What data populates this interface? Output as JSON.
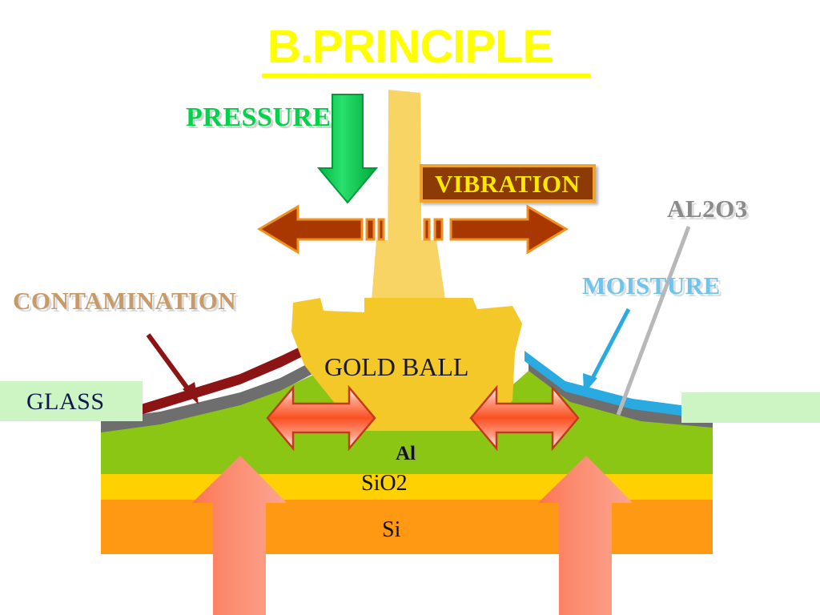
{
  "slide": {
    "title": "B.PRINCIPLE",
    "background_color": "#ffffff"
  },
  "labels": {
    "pressure": "PRESSURE",
    "vibration": "VIBRATION",
    "al2o3": "AL2O3",
    "moisture": "MOISTURE",
    "contamination": "CONTAMINATION",
    "glass": "GLASS",
    "gold_ball": "GOLD BALL",
    "al": "Al",
    "sio2": "SiO2",
    "si": "Si"
  },
  "colors": {
    "title": "#ffff00",
    "pressure": "#00d24a",
    "vibration_text": "#ffe800",
    "vibration_box": "#8c3a06",
    "vibration_border": "#f0a22a",
    "al2o3": "#8a8a8a",
    "moisture": "#6ec4ea",
    "contamination": "#c79a6a",
    "glass_text": "#11184f",
    "glass_band": "#ccf5c3",
    "gold_ball": "#f5c829",
    "gold_wire": "#f7d564",
    "al_layer": "#8cc614",
    "sio2_layer": "#ffd100",
    "si_layer": "#ff9913",
    "al2o3_layer": "#808080",
    "contamination_layer": "#8c1414",
    "moisture_layer": "#29abe2",
    "brown_arrow": "#a83800",
    "brown_arrow_border": "#f0901e",
    "salmon_arrow": "#fa7d64",
    "salmon_arrow_border": "#c3391a",
    "green_arrow": "#00c44a",
    "contamination_pointer": "#8c1414"
  },
  "diagram": {
    "type": "cross-section",
    "stack_layers": [
      {
        "name": "Si",
        "label": "Si",
        "color": "#ff9913"
      },
      {
        "name": "SiO2",
        "label": "SiO2",
        "color": "#ffd100"
      },
      {
        "name": "Al",
        "label": "Al",
        "color": "#8cc614"
      },
      {
        "name": "Al2O3",
        "label": "AL2O3",
        "color": "#808080"
      },
      {
        "name": "Contamination",
        "label": "CONTAMINATION",
        "color": "#8c1414"
      },
      {
        "name": "Moisture",
        "label": "MOISTURE",
        "color": "#29abe2"
      }
    ],
    "forces": [
      {
        "name": "pressure",
        "direction": "down",
        "color": "#00c44a"
      },
      {
        "name": "vibration",
        "direction": "horizontal",
        "color": "#a83800"
      },
      {
        "name": "spreading",
        "direction": "horizontal",
        "color": "#fa7d64"
      },
      {
        "name": "uplift",
        "direction": "up",
        "color": "#fa7d64"
      }
    ]
  }
}
